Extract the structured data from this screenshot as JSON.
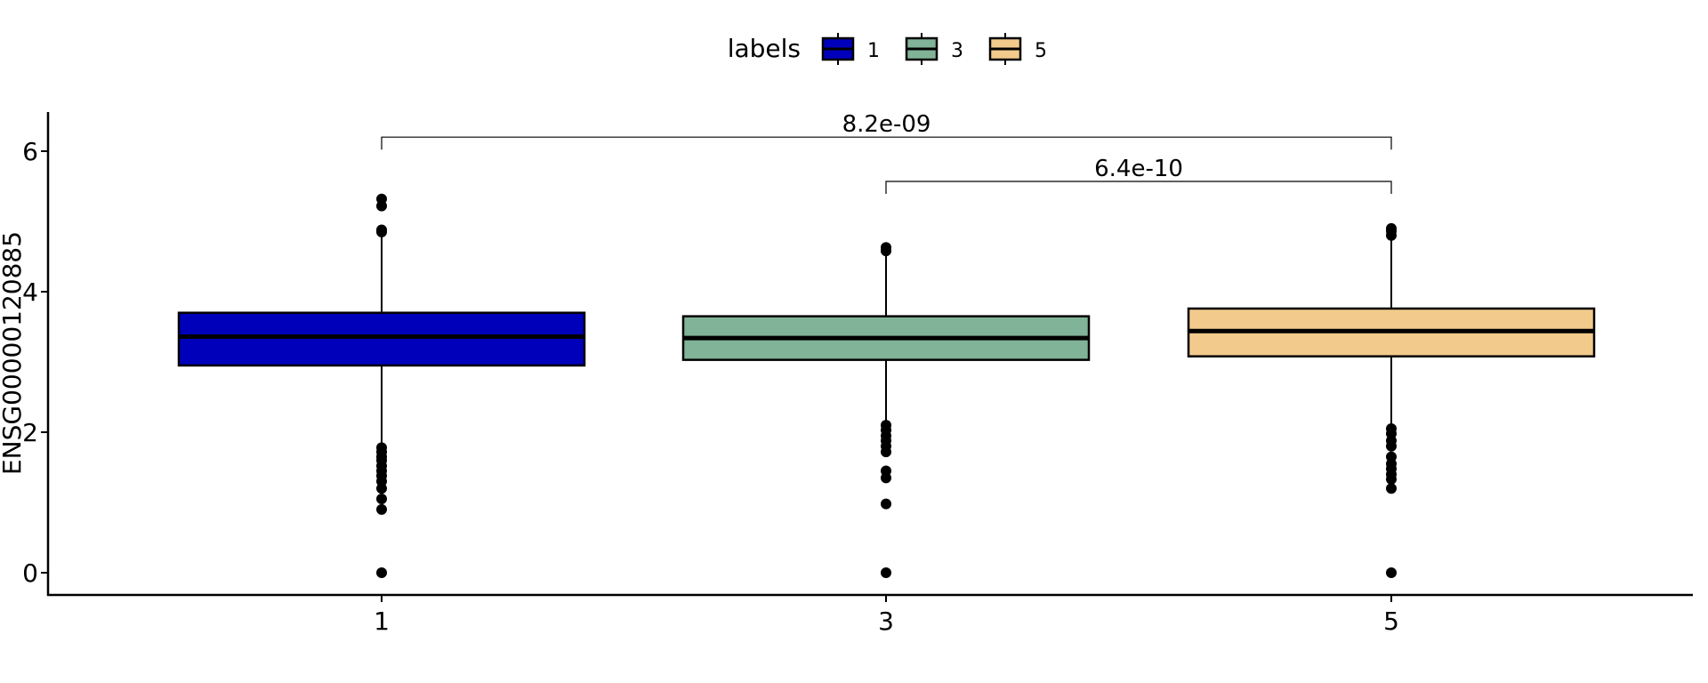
{
  "chart_data": {
    "type": "box",
    "title": "",
    "xlabel": "",
    "ylabel": "ENSG00000120885",
    "ylim": [
      -0.3,
      6.5
    ],
    "yticks": [
      0,
      2,
      4,
      6
    ],
    "categories": [
      "1",
      "3",
      "5"
    ],
    "legend": {
      "title": "labels",
      "placement": "top",
      "entries": [
        "1",
        "3",
        "5"
      ]
    },
    "colors": {
      "1": "#0000BB",
      "3": "#80B398",
      "5": "#F2CA8C"
    },
    "boxes": [
      {
        "label": "1",
        "q1": 2.95,
        "median": 3.36,
        "q3": 3.7,
        "whisker_low": 1.8,
        "whisker_high": 4.85,
        "outliers": [
          5.32,
          5.22,
          4.88,
          4.85,
          1.78,
          1.72,
          1.65,
          1.6,
          1.52,
          1.45,
          1.38,
          1.3,
          1.2,
          1.05,
          0.9,
          0.0
        ]
      },
      {
        "label": "3",
        "q1": 3.03,
        "median": 3.34,
        "q3": 3.65,
        "whisker_low": 2.1,
        "whisker_high": 4.55,
        "outliers": [
          4.63,
          4.58,
          2.1,
          2.03,
          1.95,
          1.88,
          1.8,
          1.72,
          1.45,
          1.35,
          0.98,
          0.0
        ]
      },
      {
        "label": "5",
        "q1": 3.08,
        "median": 3.44,
        "q3": 3.76,
        "whisker_low": 2.08,
        "whisker_high": 4.8,
        "outliers": [
          4.9,
          4.86,
          4.8,
          2.05,
          1.98,
          1.88,
          1.8,
          1.65,
          1.55,
          1.48,
          1.4,
          1.33,
          1.2,
          0.0
        ]
      }
    ],
    "comparisons": [
      {
        "from": "1",
        "to": "5",
        "y": 6.2,
        "label": "8.2e-09"
      },
      {
        "from": "3",
        "to": "5",
        "y": 5.57,
        "label": "6.4e-10"
      }
    ]
  }
}
